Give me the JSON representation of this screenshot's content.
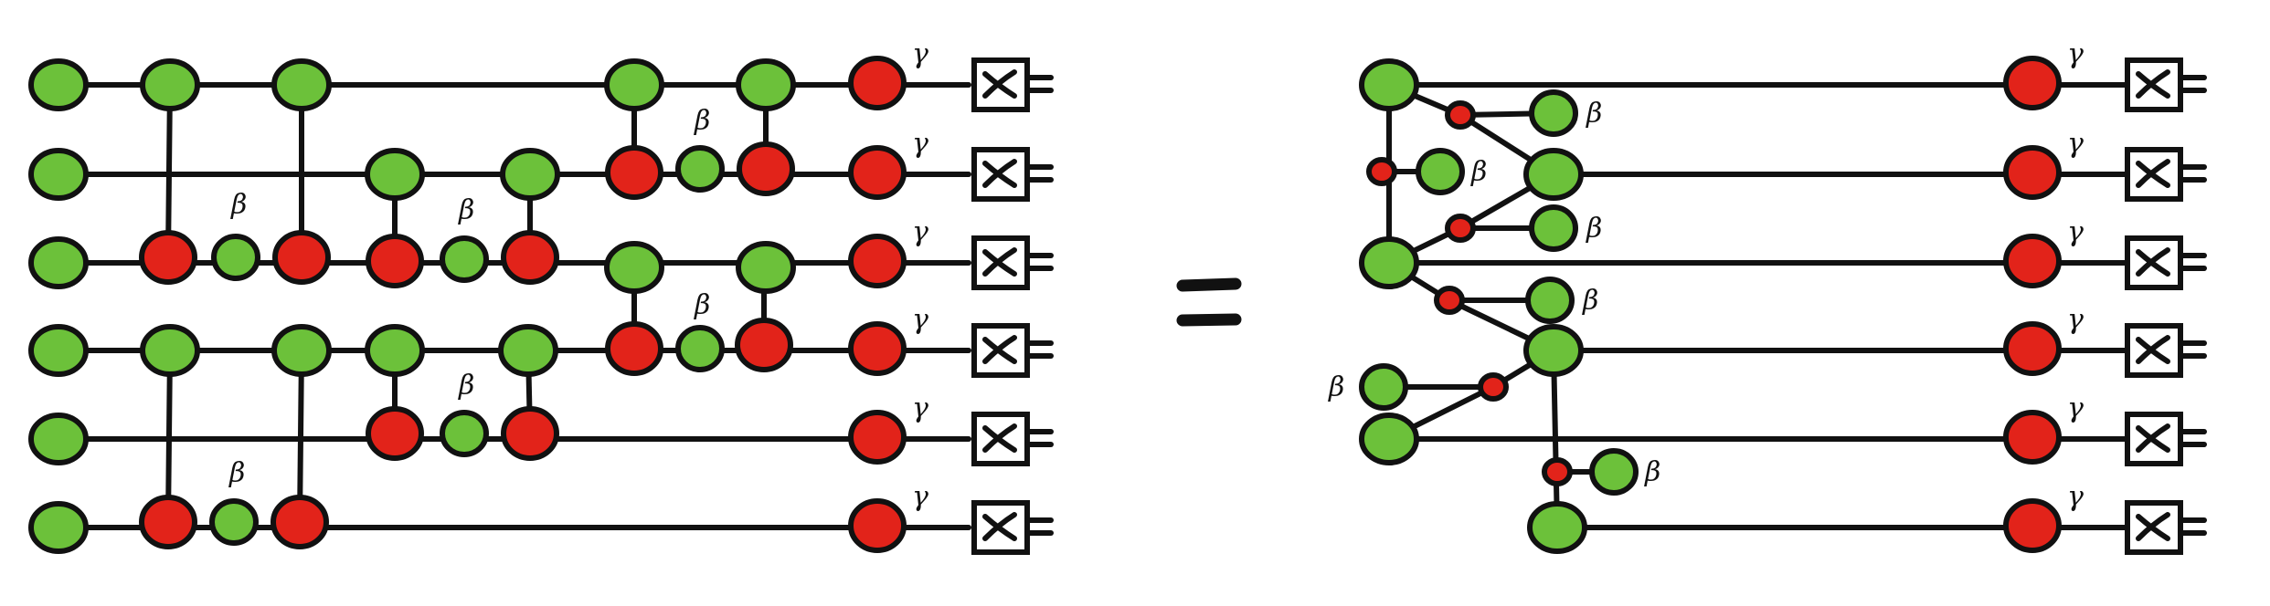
{
  "labels": {
    "phase_beta": "β",
    "phase_gamma": "γ"
  },
  "colors": {
    "z_spider": "#6cc13a",
    "x_spider": "#e2231a",
    "outline": "#111111"
  },
  "icons": [
    "measurement-icon"
  ],
  "qubit_count": 6
}
